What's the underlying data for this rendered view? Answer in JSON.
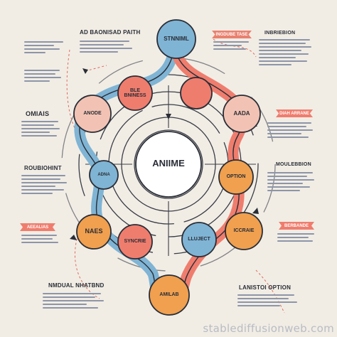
{
  "center": {
    "label": "ANIIME"
  },
  "nodes": [
    {
      "key": "top",
      "label": "STNNIML"
    },
    {
      "key": "upper-left",
      "label": "BLE BNINESS"
    },
    {
      "key": "left",
      "label": "ANODE"
    },
    {
      "key": "upper-right",
      "label": ""
    },
    {
      "key": "right",
      "label": "AADA"
    },
    {
      "key": "mid-left",
      "label": "ADNA"
    },
    {
      "key": "mid-right",
      "label": "OPTION"
    },
    {
      "key": "lower-left",
      "label": "NAES"
    },
    {
      "key": "lower-center-left",
      "label": "SYNCRIE"
    },
    {
      "key": "lower-center-right",
      "label": "LLUJECT"
    },
    {
      "key": "lower-right",
      "label": "ICCRAIE"
    },
    {
      "key": "bottom",
      "label": "AMILAB"
    }
  ],
  "labels": {
    "top_left_heading": "AD BAONISAD PAITH",
    "top_right_heading": "INBRIEBION",
    "left_heading_1": "OMIAIS",
    "left_heading_2": "ROUBIOHINT",
    "right_heading": "MOULEBBION",
    "bottom_left_heading": "NMDUAL NHATBND",
    "bottom_right_heading": "LANISTOI OPTION"
  },
  "ribbons": {
    "top_right": "INGDUBE TASE",
    "right_upper": "DIAH ARRANE",
    "left_lower": "AEEALIAS",
    "right_lower": "BERBANDE"
  },
  "watermark": "stablediffusionweb.com",
  "colors": {
    "blue": "#7fb4d4",
    "red": "#ef7d6e",
    "orange": "#f0a04f",
    "pink": "#f2c3b4",
    "ink": "#2a2d36"
  }
}
